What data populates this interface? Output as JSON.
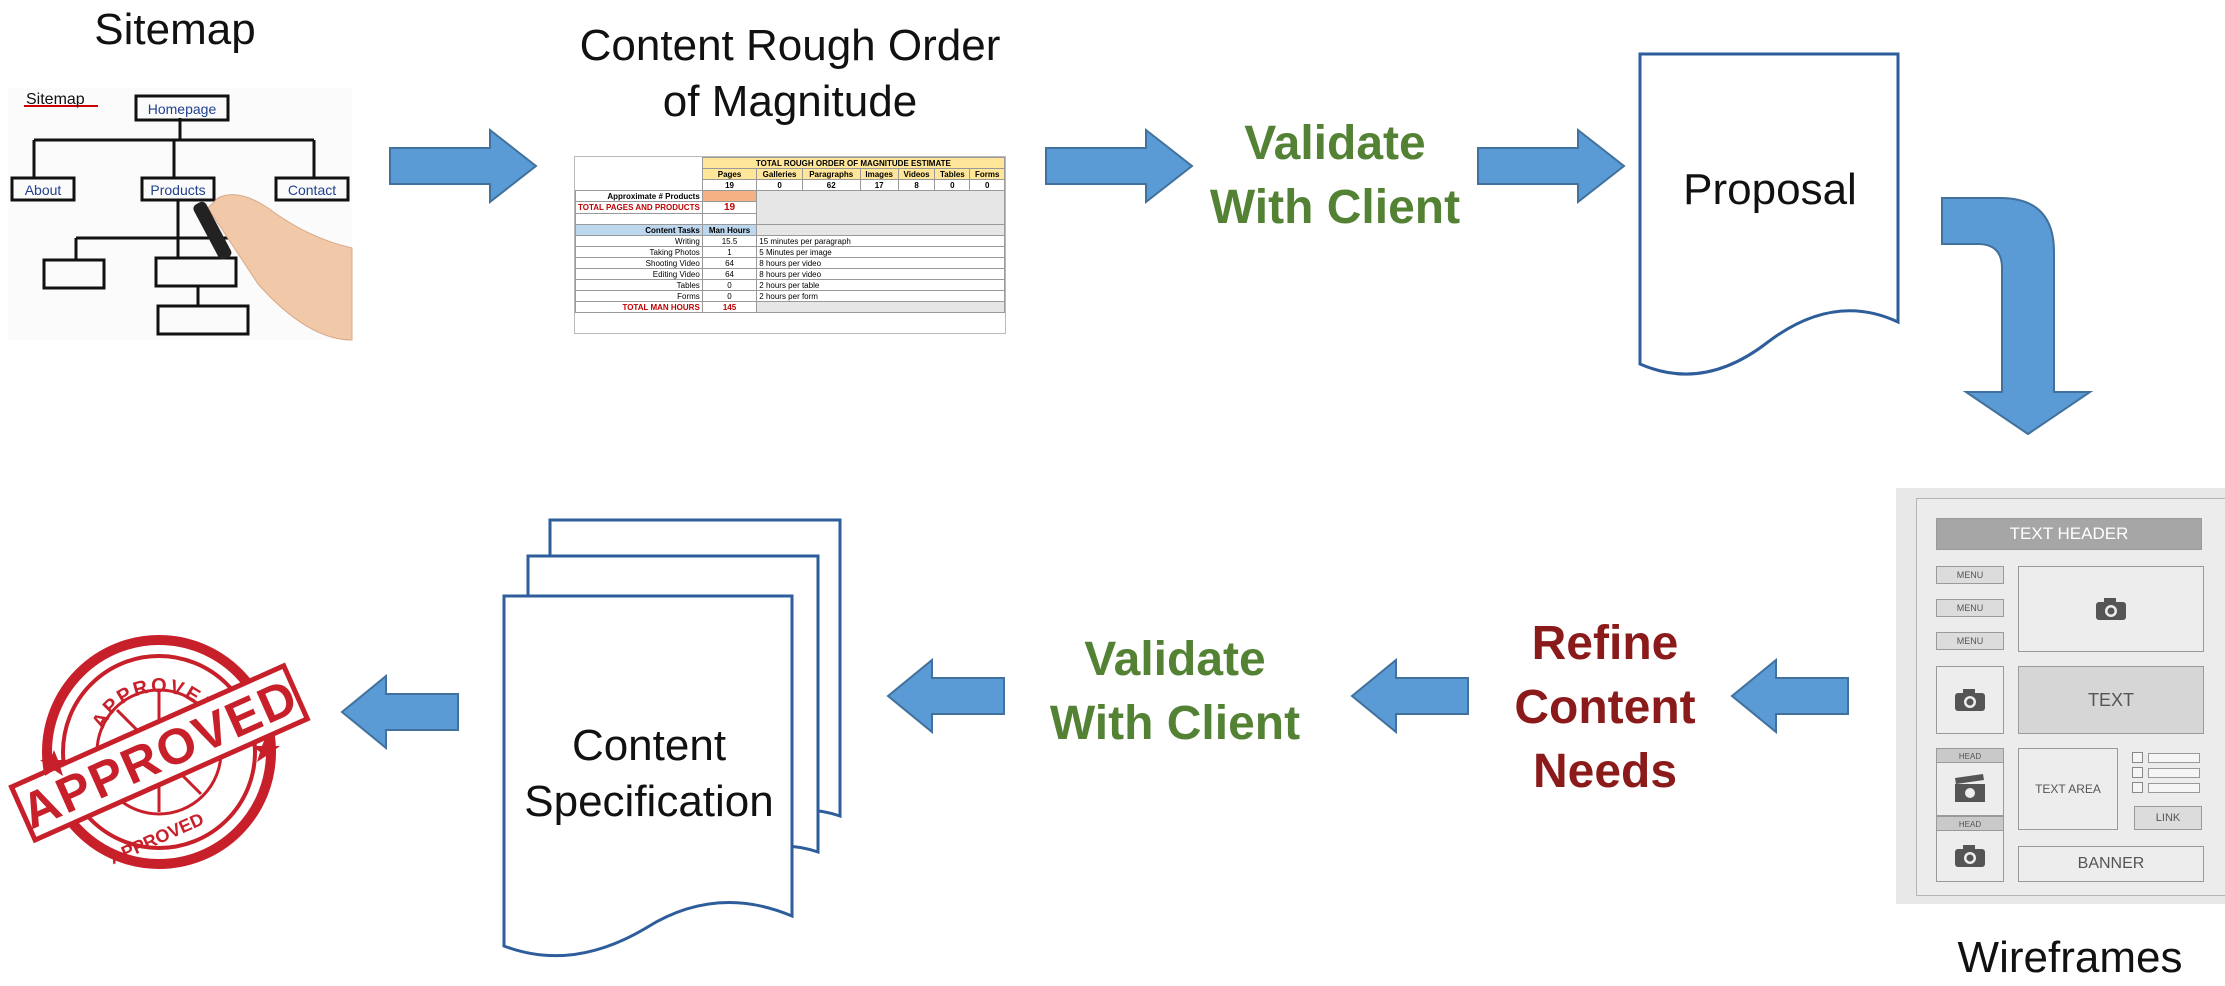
{
  "steps": {
    "sitemap": {
      "title": "Sitemap",
      "image": {
        "sitemap_label": "Sitemap",
        "homepage": "Homepage",
        "about": "About",
        "products": "Products",
        "contact": "Contact"
      }
    },
    "rom": {
      "title_line1": "Content Rough Order",
      "title_line2": "of Magnitude",
      "sheet": {
        "header": "TOTAL ROUGH ORDER OF MAGNITUDE ESTIMATE",
        "columns": [
          "Pages",
          "Galleries",
          "Paragraphs",
          "Images",
          "Videos",
          "Tables",
          "Forms"
        ],
        "values": [
          "19",
          "0",
          "62",
          "17",
          "8",
          "0",
          "0"
        ],
        "approx_label": "Approximate # Products",
        "total_pages_label": "TOTAL PAGES AND PRODUCTS",
        "total_pages_value": "19",
        "tasks_header": "Content Tasks",
        "hours_header": "Man Hours",
        "tasks": [
          {
            "task": "Writing",
            "hours": "15.5",
            "note": "15 minutes per paragraph"
          },
          {
            "task": "Taking Photos",
            "hours": "1",
            "note": "5 Minutes per image"
          },
          {
            "task": "Shooting Video",
            "hours": "64",
            "note": "8 hours per video"
          },
          {
            "task": "Editing Video",
            "hours": "64",
            "note": "8 hours per video"
          },
          {
            "task": "Tables",
            "hours": "0",
            "note": "2 hours per table"
          },
          {
            "task": "Forms",
            "hours": "0",
            "note": "2 hours per form"
          }
        ],
        "total_hours_label": "TOTAL MAN HOURS",
        "total_hours_value": "145"
      }
    },
    "validate1": {
      "line1": "Validate",
      "line2": "With Client"
    },
    "proposal": {
      "label": "Proposal"
    },
    "wireframes": {
      "title": "Wireframes",
      "text_header": "TEXT HEADER",
      "menu": "MENU",
      "text": "TEXT",
      "head": "HEAD",
      "text_area": "TEXT AREA",
      "link": "LINK",
      "banner": "BANNER"
    },
    "refine": {
      "line1": "Refine",
      "line2": "Content",
      "line3": "Needs"
    },
    "validate2": {
      "line1": "Validate",
      "line2": "With Client"
    },
    "spec": {
      "line1": "Content",
      "line2": "Specification"
    },
    "approved": {
      "big": "APPROVED",
      "small_top": "APPROVED",
      "small_bottom": "APPROVED"
    }
  },
  "colors": {
    "arrow": "#5b9bd5",
    "arrow_stroke": "#41719c",
    "green": "#548235",
    "red": "#8b1a1a",
    "doc_stroke": "#2e5d9b",
    "stamp": "#c8202a"
  }
}
